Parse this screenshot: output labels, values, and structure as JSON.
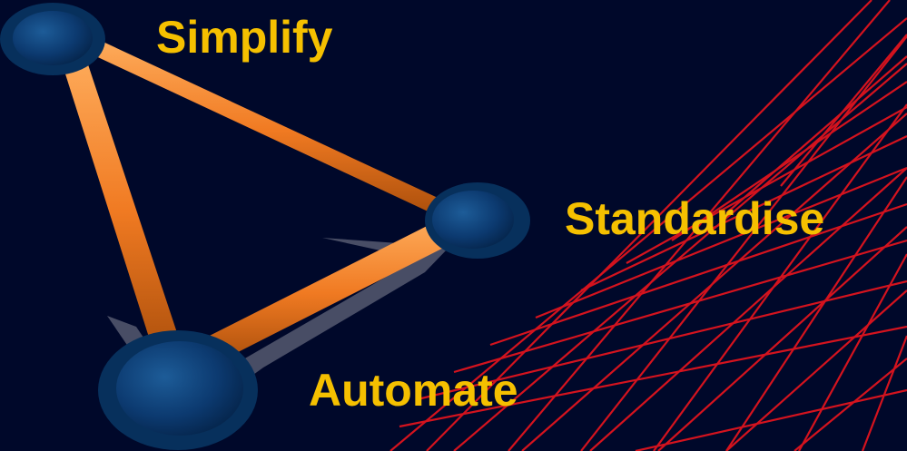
{
  "diagram": {
    "nodes": [
      {
        "id": "simplify",
        "label": "Simplify"
      },
      {
        "id": "standardise",
        "label": "Standardise"
      },
      {
        "id": "automate",
        "label": "Automate"
      }
    ],
    "edges": [
      {
        "from": "simplify",
        "to": "standardise"
      },
      {
        "from": "simplify",
        "to": "automate"
      },
      {
        "from": "standardise",
        "to": "automate"
      }
    ]
  },
  "colors": {
    "background": "#00082a",
    "connector": "#f08a2c",
    "node": "#0a3a6e",
    "label": "#f5c000",
    "grid": "#e0141e"
  }
}
